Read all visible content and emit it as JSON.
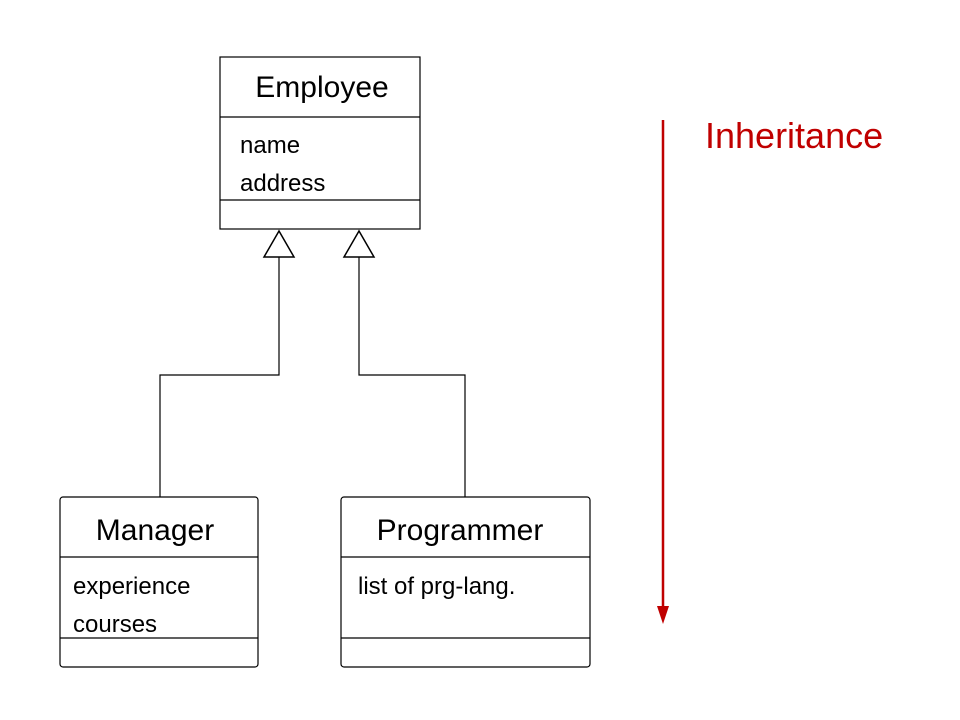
{
  "classes": {
    "employee": {
      "name": "Employee",
      "attributes": [
        "name",
        "address"
      ]
    },
    "manager": {
      "name": "Manager",
      "attributes": [
        "experience",
        "courses"
      ]
    },
    "programmer": {
      "name": "Programmer",
      "attributes": [
        "list of prg-lang."
      ]
    }
  },
  "annotation": {
    "label": "Inheritance",
    "color": "#c00000"
  },
  "line_color": "#000000"
}
